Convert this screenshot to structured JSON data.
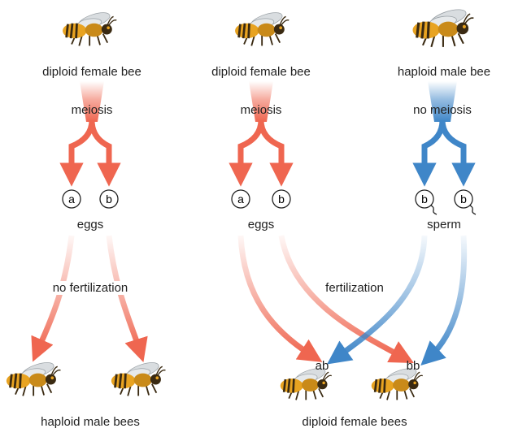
{
  "colors": {
    "red": "#ef6650",
    "blue": "#3f86c8",
    "ink": "#222222",
    "bee_body": "#e8a321",
    "bee_stripe": "#3a2a12",
    "wing": "#d9dde0"
  },
  "top_labels": [
    "diploid female bee",
    "diploid female bee",
    "haploid male bee"
  ],
  "process_labels": [
    "meiosis",
    "meiosis",
    "no meiosis"
  ],
  "cells": {
    "left": [
      "a",
      "b"
    ],
    "middle": [
      "a",
      "b"
    ],
    "right": [
      "b",
      "b"
    ]
  },
  "group_labels": [
    "eggs",
    "eggs",
    "sperm"
  ],
  "fertilization_labels": [
    "no fertilization",
    "fertilization"
  ],
  "offspring_genotypes": [
    "ab",
    "bb"
  ],
  "bottom_labels": [
    "haploid male bees",
    "diploid female bees"
  ],
  "icons": [
    "bee-icon",
    "egg-cell-icon",
    "sperm-cell-icon",
    "arrow-icon"
  ]
}
